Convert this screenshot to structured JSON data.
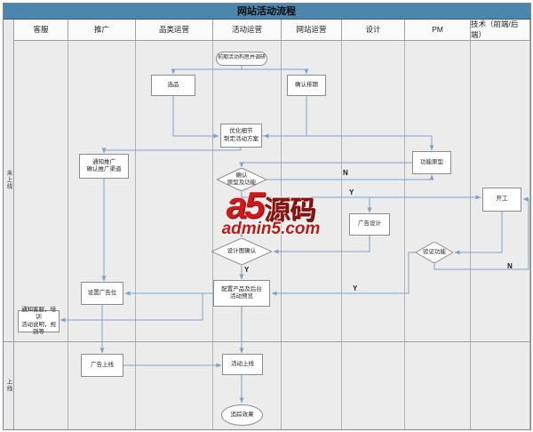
{
  "title": "网站活动流程",
  "lanes": [
    "客服",
    "推广",
    "品类运营",
    "活动运营",
    "网站运营",
    "设计",
    "PM",
    "技术（前端/后端）"
  ],
  "phases": [
    {
      "label": "未上线"
    },
    {
      "label": "上线"
    }
  ],
  "nodes": {
    "start": {
      "label": "前期活动构思并调研",
      "type": "terminator"
    },
    "xuanpin": {
      "label": "选品",
      "type": "process"
    },
    "paiqi": {
      "label": "确认排期",
      "type": "process"
    },
    "fangan": {
      "label": "优化细节\n制定活动方案",
      "type": "process"
    },
    "tuiguang": {
      "label": "通知推广\n确认推广渠道",
      "type": "process"
    },
    "yuanxing": {
      "label": "功能原型",
      "type": "process"
    },
    "confirm_proto": {
      "label": "确认\n原型及功能",
      "type": "decision"
    },
    "ad_design": {
      "label": "广告设计",
      "type": "process"
    },
    "confirm_design": {
      "label": "设计图确认",
      "type": "decision"
    },
    "kaigong": {
      "label": "开工",
      "type": "process"
    },
    "yanzheng": {
      "label": "验证功能",
      "type": "decision"
    },
    "peizhi": {
      "label": "配置产品及后台\n活动预览",
      "type": "process"
    },
    "ad_slot": {
      "label": "设置广告位",
      "type": "process"
    },
    "kefu": {
      "label": "通知客服，培训\n活动说明，规则等",
      "type": "process"
    },
    "ad_online": {
      "label": "广告上线",
      "type": "process"
    },
    "act_online": {
      "label": "活动上线",
      "type": "process"
    },
    "tracking": {
      "label": "追踪效果",
      "type": "terminator"
    }
  },
  "edge_labels": {
    "n_prototype": "N",
    "y_addesign": "Y",
    "y_design_ok": "Y",
    "y_verify": "Y",
    "n_verify": "N"
  },
  "watermark": {
    "logo": "a5",
    "cn": "源码",
    "site": "admin5.com"
  },
  "colors": {
    "title_bar": "#4a86ad",
    "connector": "#7ba3c6",
    "watermark_red": "#cc1111"
  }
}
